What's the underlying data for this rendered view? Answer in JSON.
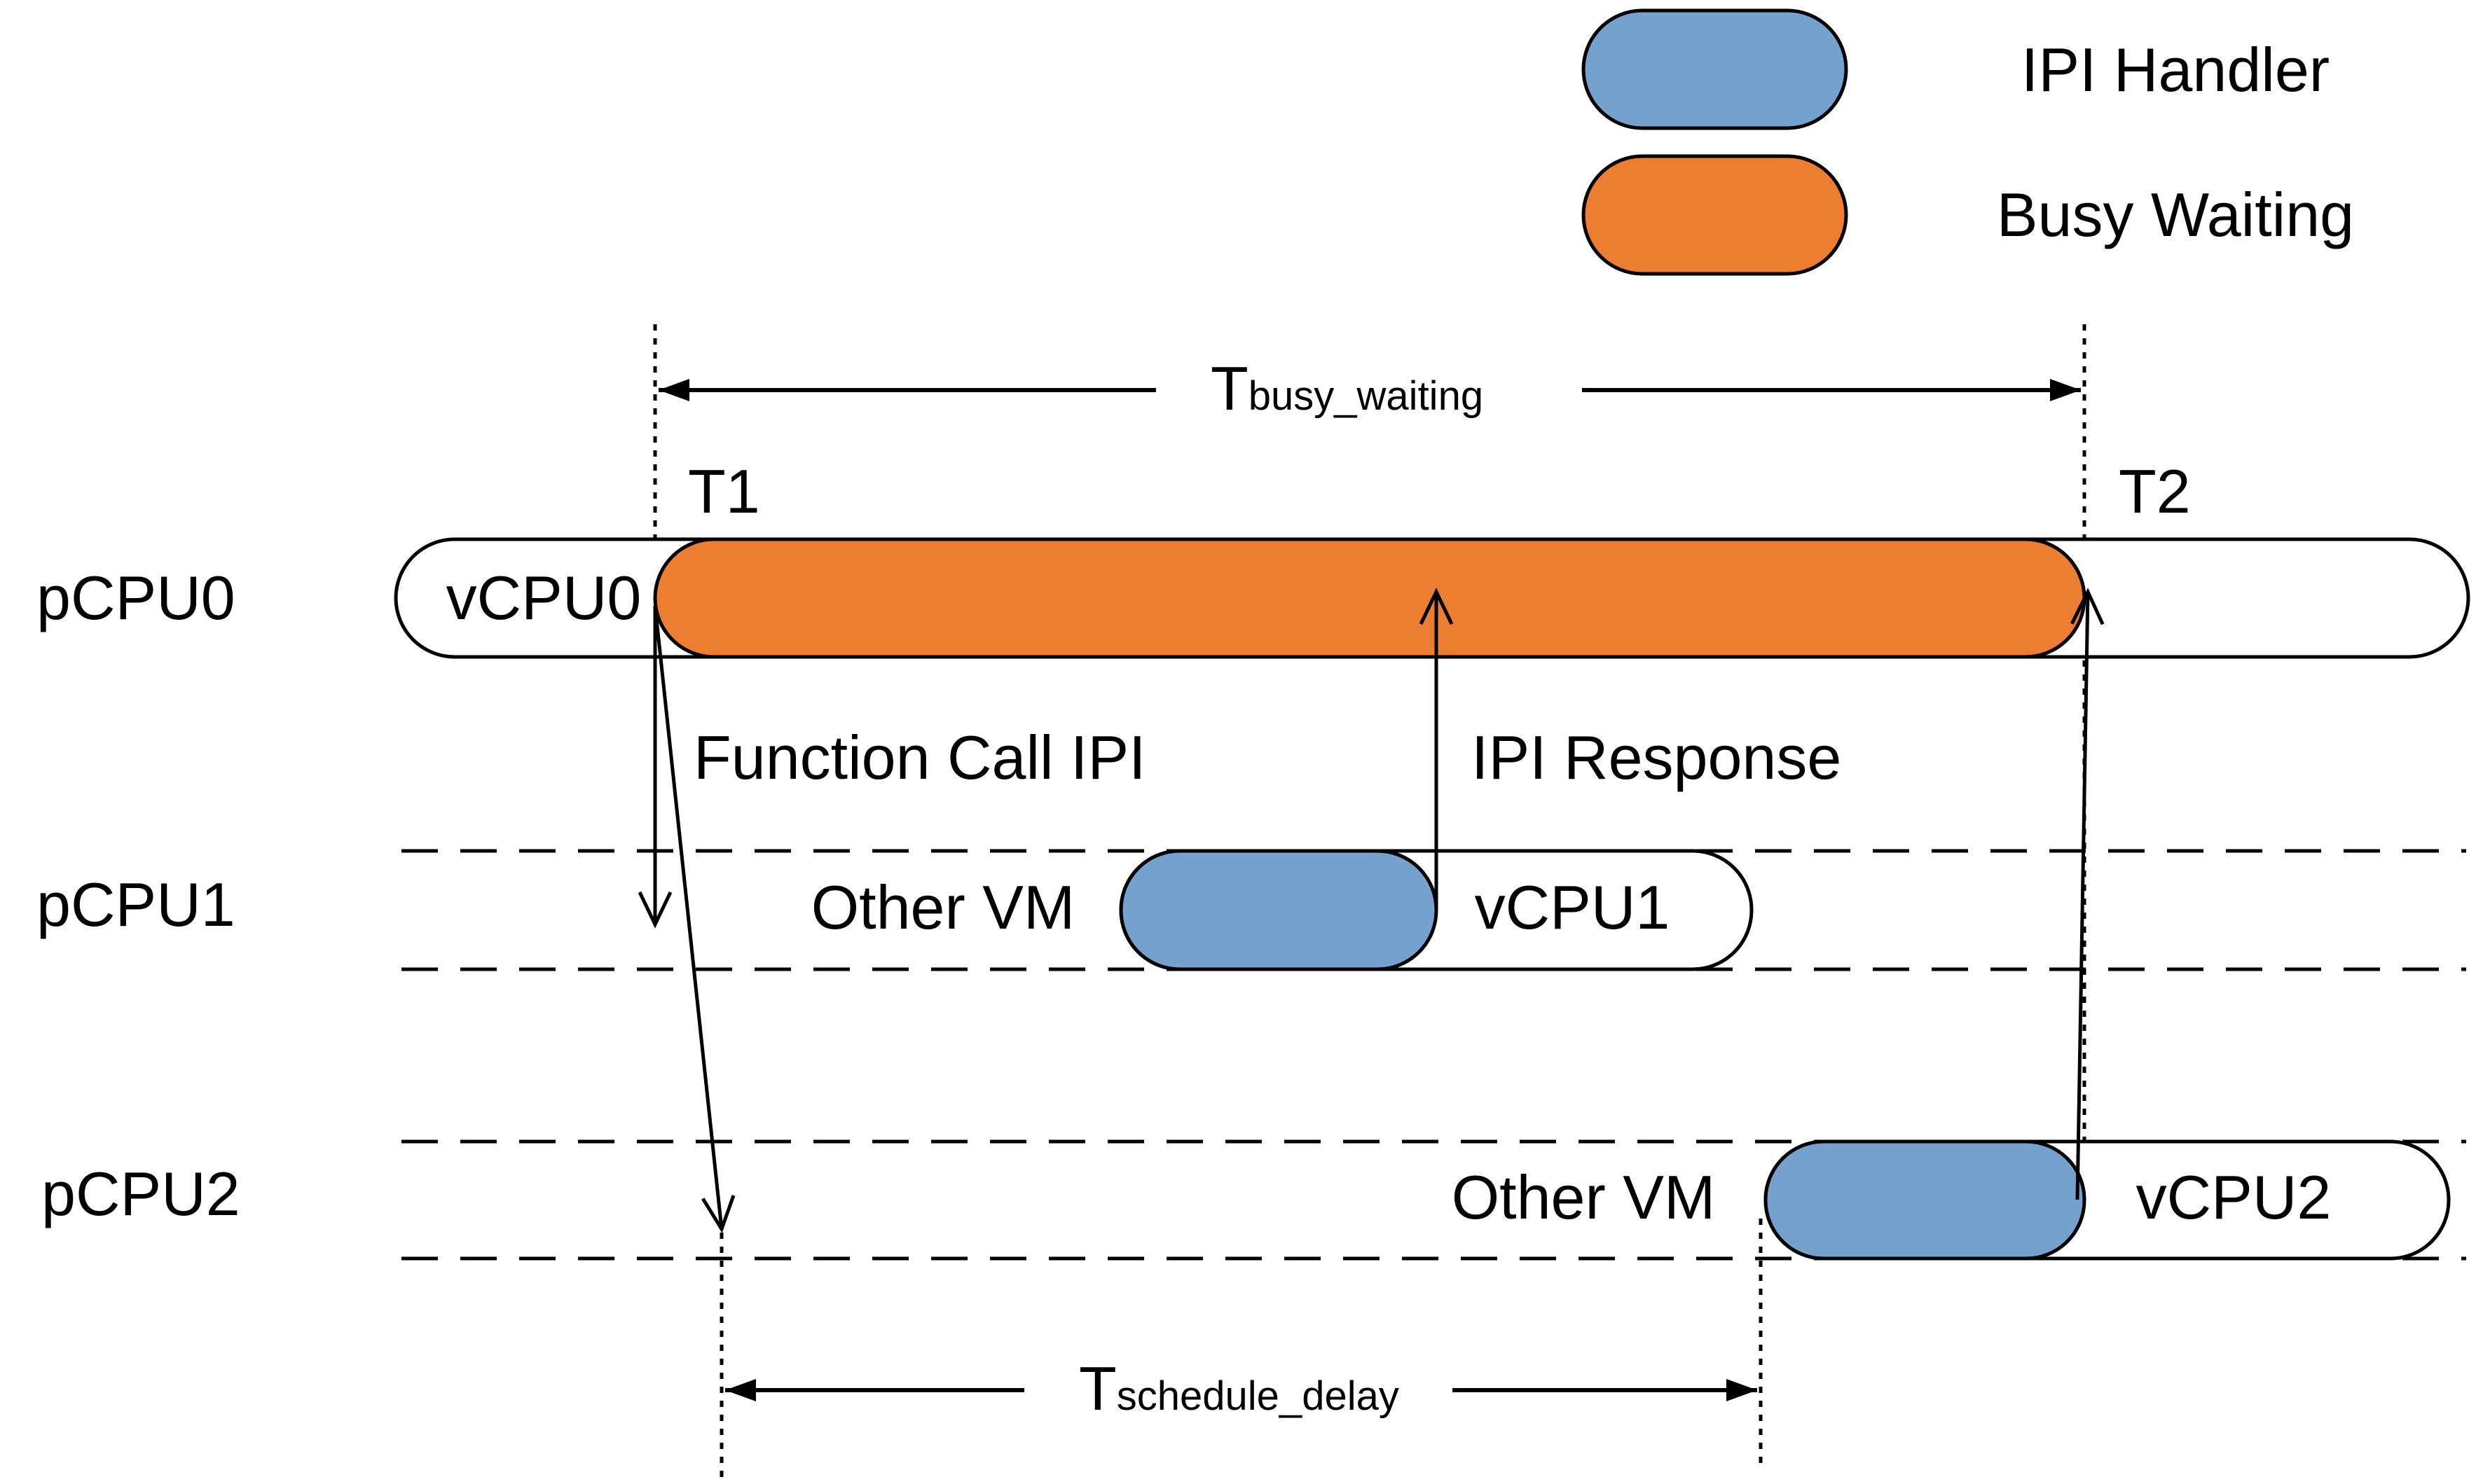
{
  "legend": {
    "ipi_handler": {
      "label": "IPI Handler",
      "color": "#75A1CE"
    },
    "busy_waiting": {
      "label": "Busy Waiting",
      "color": "#ED7D31"
    }
  },
  "rows": {
    "pcpu0": "pCPU0",
    "pcpu1": "pCPU1",
    "pcpu2": "pCPU2"
  },
  "segments": {
    "vcpu0": "vCPU0",
    "vcpu1": "vCPU1",
    "vcpu2": "vCPU2",
    "other_vm_1": "Other VM",
    "other_vm_2": "Other VM"
  },
  "markers": {
    "t1": "T1",
    "t2": "T2"
  },
  "intervals": {
    "busy_waiting": {
      "main": "T",
      "sub": "busy_waiting"
    },
    "schedule_delay": {
      "main": "T",
      "sub": "schedule_delay"
    }
  },
  "arrows": {
    "function_call_ipi": "Function Call IPI",
    "ipi_response": "IPI Response"
  },
  "colors": {
    "line": "#000000",
    "background": "#FFFFFF"
  }
}
